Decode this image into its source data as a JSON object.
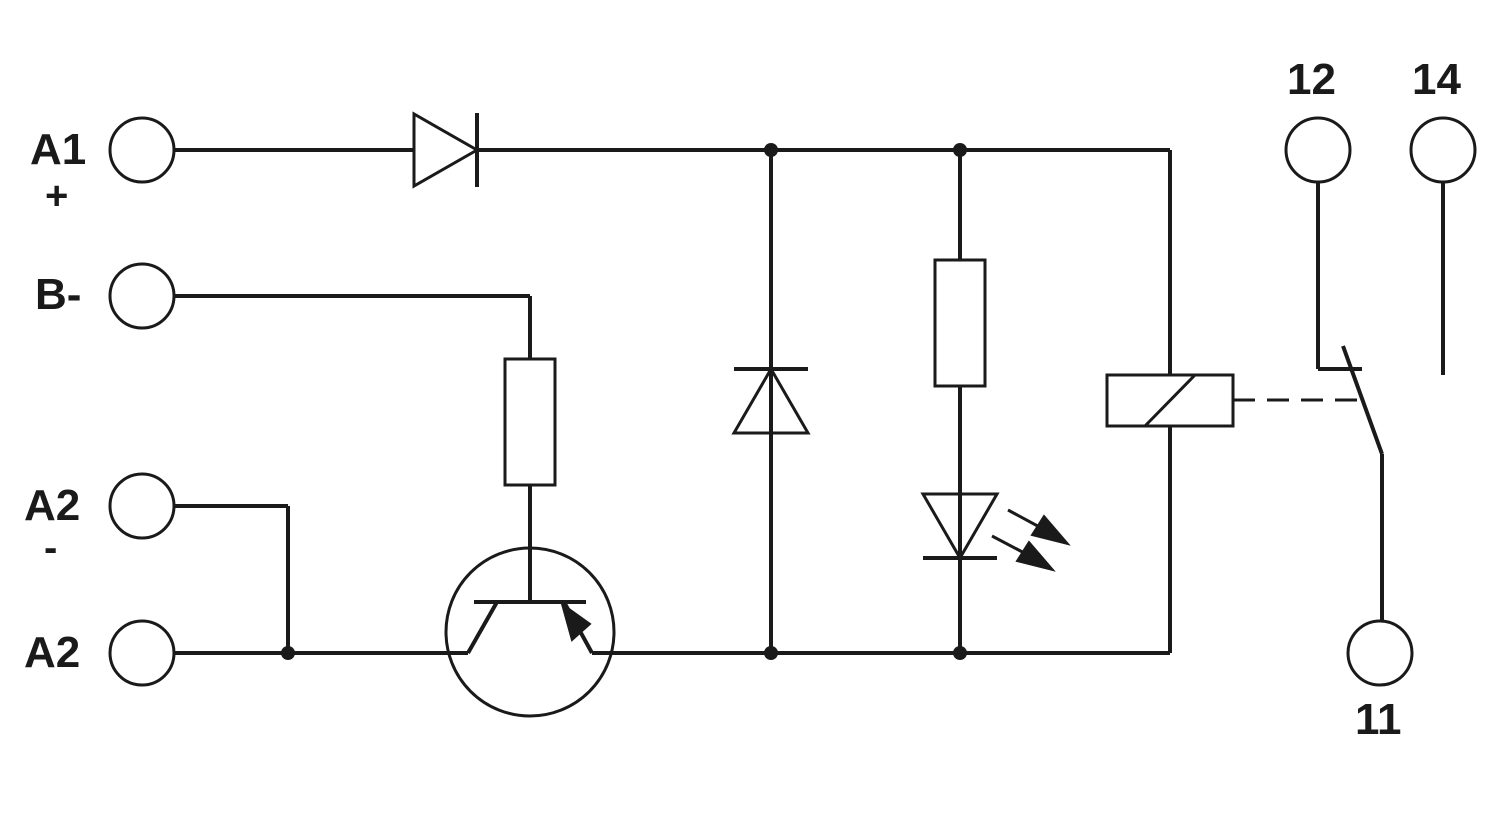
{
  "terminals": {
    "a1": {
      "label": "A1",
      "sign": "+"
    },
    "b_minus": {
      "label": "B-"
    },
    "a2_upper": {
      "label": "A2",
      "sign": "-"
    },
    "a2_lower": {
      "label": "A2"
    },
    "t12": {
      "label": "12"
    },
    "t14": {
      "label": "14"
    },
    "t11": {
      "label": "11"
    }
  },
  "colors": {
    "ink": "#1a1a1a",
    "background": "#ffffff"
  }
}
